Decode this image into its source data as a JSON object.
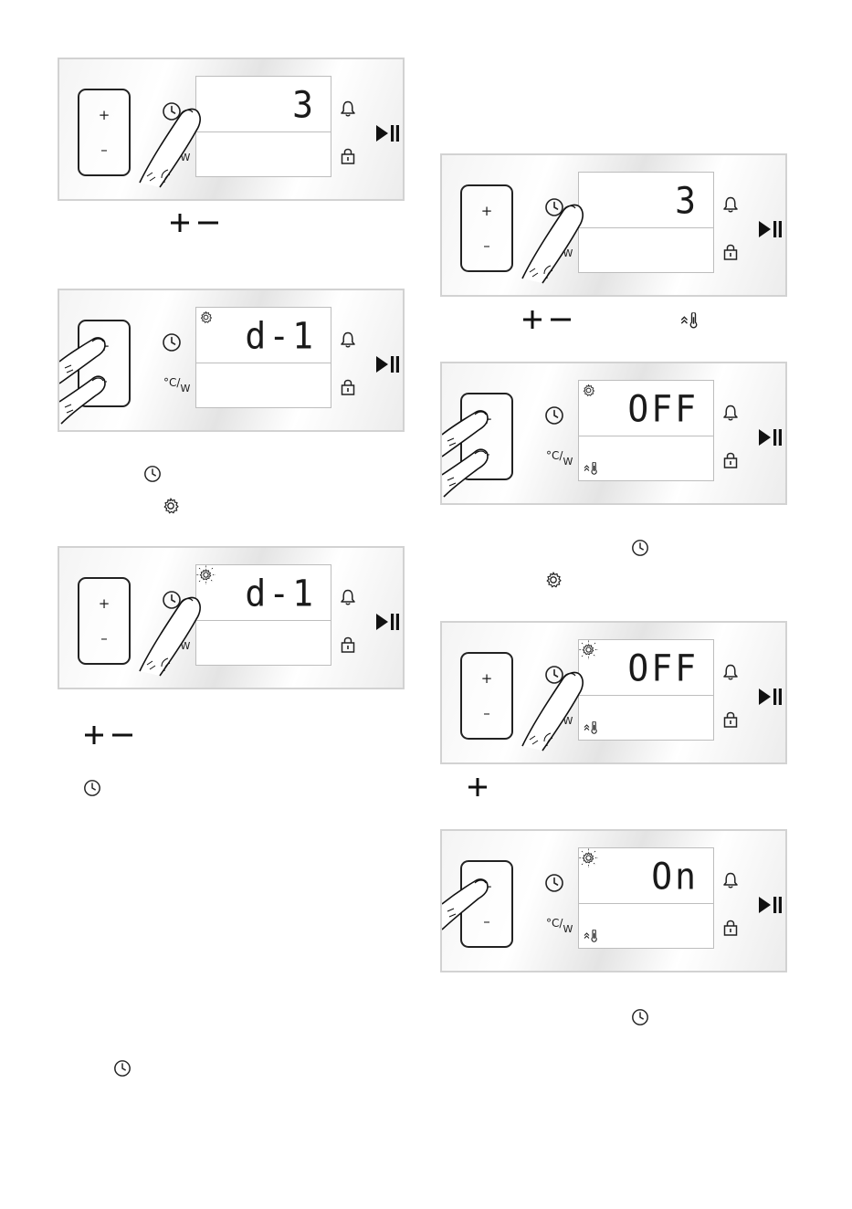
{
  "symbols": {
    "plus": "+",
    "minus": "–",
    "celsius": "°C",
    "unit_w": "W"
  },
  "panels": [
    {
      "display": "3"
    },
    {
      "display": "d-1"
    },
    {
      "display": "d-1"
    },
    {
      "display": "3"
    },
    {
      "display": "OFF"
    },
    {
      "display": "OFF"
    },
    {
      "display": "On"
    }
  ],
  "icons": [
    "clock-icon",
    "gear-icon",
    "bell-icon",
    "lock-icon",
    "play-pause-icon",
    "thermometer-icon",
    "plus-icon",
    "minus-icon",
    "finger-icon"
  ]
}
